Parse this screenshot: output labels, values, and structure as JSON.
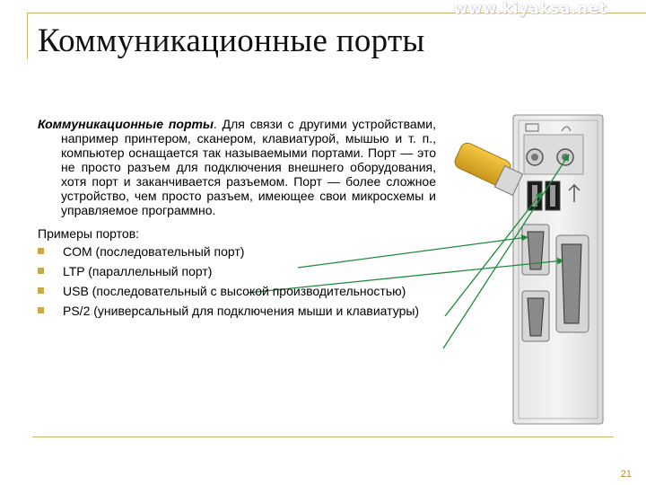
{
  "watermark": "www.kiyaksa.net",
  "title": "Коммуникационные порты",
  "paragraph": {
    "term": "Коммуникационные порты",
    "text": ". Для связи с другими устройствами, например принтером, сканером, клавиатурой, мышью и т. п., компьютер оснащается так называемыми портами. Порт — это не просто разъем для подключения внешнего оборудования, хотя порт и заканчивается разъемом. Порт — более сложное устройство, чем просто разъем, имеющее свои микросхемы и управляемое программно."
  },
  "examples_heading": "Примеры портов:",
  "ports": [
    {
      "text": "COM (последовательный порт)"
    },
    {
      "text": "LTP (параллельный порт)"
    },
    {
      "text": "USB (последовательный с высокой производительностью)"
    },
    {
      "text": "PS/2 (универсальный для подключения мыши и клавиатуры)"
    }
  ],
  "page_number": "21",
  "colors": {
    "accent": "#c5a94b",
    "arrow": "#1f8a3a"
  }
}
